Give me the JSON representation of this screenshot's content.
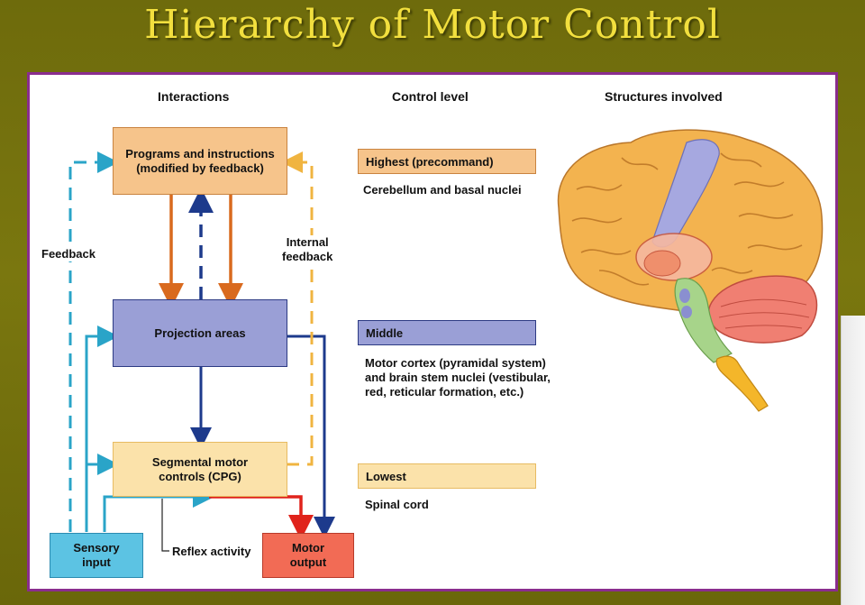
{
  "title": "Hierarchy of Motor Control",
  "headers": {
    "interactions": "Interactions",
    "control_level": "Control level",
    "structures": "Structures involved"
  },
  "boxes": {
    "programs": "Programs and instructions\n(modified by feedback)",
    "projection": "Projection areas",
    "segmental": "Segmental motor\ncontrols (CPG)",
    "sensory": "Sensory\ninput",
    "motor": "Motor\noutput"
  },
  "labels": {
    "feedback": "Feedback",
    "internal_feedback": "Internal\nfeedback",
    "reflex": "Reflex activity"
  },
  "levels": [
    {
      "name": "Highest (precommand)",
      "desc": "Cerebellum and basal nuclei",
      "color": "#f6c48b"
    },
    {
      "name": "Middle",
      "desc": "Motor cortex (pyramidal system)\nand brain stem nuclei (vestibular,\nred, reticular formation, etc.)",
      "color": "#9a9fd6"
    },
    {
      "name": "Lowest",
      "desc": "Spinal cord",
      "color": "#fbe2aa"
    }
  ],
  "colors": {
    "programs_fill": "#f6c48b",
    "projection_fill": "#9a9fd6",
    "segmental_fill": "#fbe2aa",
    "sensory_fill": "#5cc3e3",
    "motor_fill": "#f26b55",
    "orange_arrow": "#d96a1e",
    "navy_arrow": "#1d3a8c",
    "teal_arrow": "#2aa4c8",
    "yellow_arrow": "#f0b440",
    "red_arrow": "#e0231b",
    "frame": "#8a2d8e"
  }
}
